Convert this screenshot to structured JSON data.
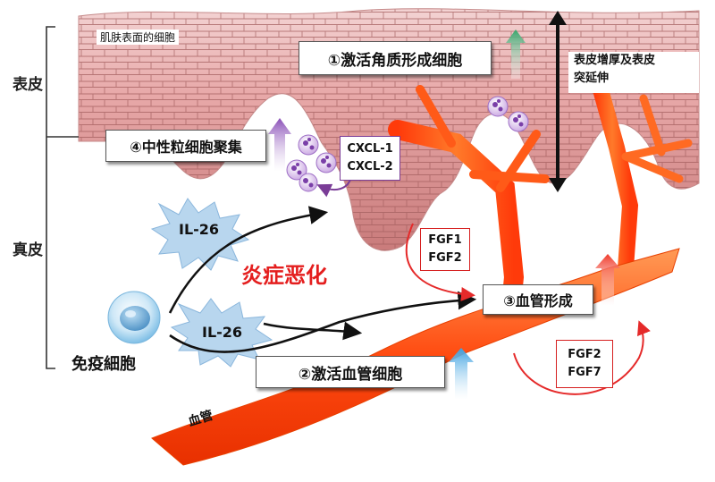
{
  "side_labels": {
    "epidermis": "表皮",
    "dermis": "真皮"
  },
  "skin_surface_label": "肌肤表面的细胞",
  "step1_label": "①激活角质形成细胞",
  "epidermal_note": {
    "line1": "表皮增厚及表皮",
    "line2": "突延伸"
  },
  "step4_label": "④中性粒细胞聚集",
  "cxcl": {
    "line1": "CXCL-1",
    "line2": "CXCL-2"
  },
  "il26_upper": "IL-26",
  "il26_lower": "IL-26",
  "inflammation_label": "炎症恶化",
  "fgf_upper": {
    "line1": "FGF1",
    "line2": "FGF2"
  },
  "step3_label": "③血管形成",
  "fgf_lower": {
    "line1": "FGF2",
    "line2": "FGF7"
  },
  "step2_label": "②激活血管细胞",
  "immune_cell_label": "免疫細胞",
  "vessel_label": "血管",
  "colors": {
    "skin": "#e7a3a3",
    "skin_line": "#b86a6a",
    "vessel": "#ff5a10",
    "inflammation_text": "#e41e1e",
    "cxcl_border": "#7a3d97",
    "fgf_border": "#d62020",
    "arrow_green": "#3aa86b",
    "arrow_purple": "#8c55b8",
    "arrow_red": "#f04a3a",
    "arrow_blue": "#48a8e0"
  }
}
